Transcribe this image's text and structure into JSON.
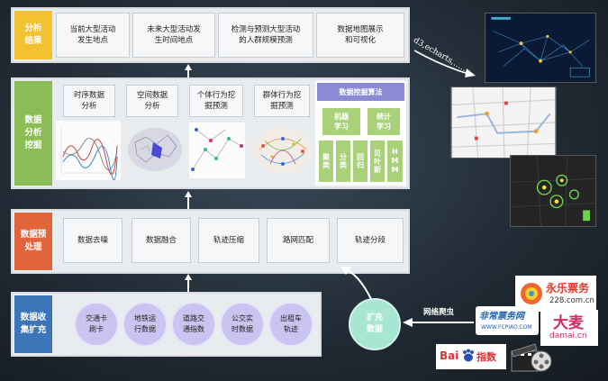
{
  "layers": {
    "results": {
      "label": "分析\n结果",
      "color": "#f2c230",
      "items": [
        "当前大型活动\n发生地点",
        "未来大型活动发\n生时间地点",
        "检测与预测大型活动\n的人群规模预测",
        "数据地图展示\n和可视化"
      ]
    },
    "analysis": {
      "label": "数据\n分析\n挖掘",
      "color": "#8cbc55",
      "items": [
        "时序数据\n分析",
        "空间数据\n分析",
        "个体行为挖\n掘预测",
        "群体行为挖\n掘预测"
      ],
      "algo_title": "数据挖掘算法",
      "ml": "机器\n学习",
      "stat": "统计\n学习",
      "algos": [
        "聚类",
        "分类",
        "回归",
        "贝叶斯",
        "HMM"
      ]
    },
    "preprocess": {
      "label": "数据预\n处理",
      "color": "#e2643a",
      "items": [
        "数据去噪",
        "数据融合",
        "轨迹压缩",
        "路网匹配",
        "轨迹分段"
      ]
    },
    "collect": {
      "label": "数据收\n集扩充",
      "color": "#3d76b8",
      "items": [
        "交通卡\n刷卡",
        "地铁运\n行数据",
        "道路交\n通指数",
        "公交实\n时数据",
        "出租车\n轨迹"
      ]
    }
  },
  "expand": {
    "label": "扩充\n数据",
    "crawl": "网络爬虫"
  },
  "d3_label": "d3,echarts,……",
  "logos": {
    "yongle": "永乐票务",
    "yongle_url": "228.com.cn",
    "damai": "大麦",
    "damai_url": "damai.cn",
    "feichang": "非常票务网",
    "feichang_url": "WWW.FCPIAO.COM",
    "baidu": "Bai",
    "baidu_index": "指数"
  }
}
